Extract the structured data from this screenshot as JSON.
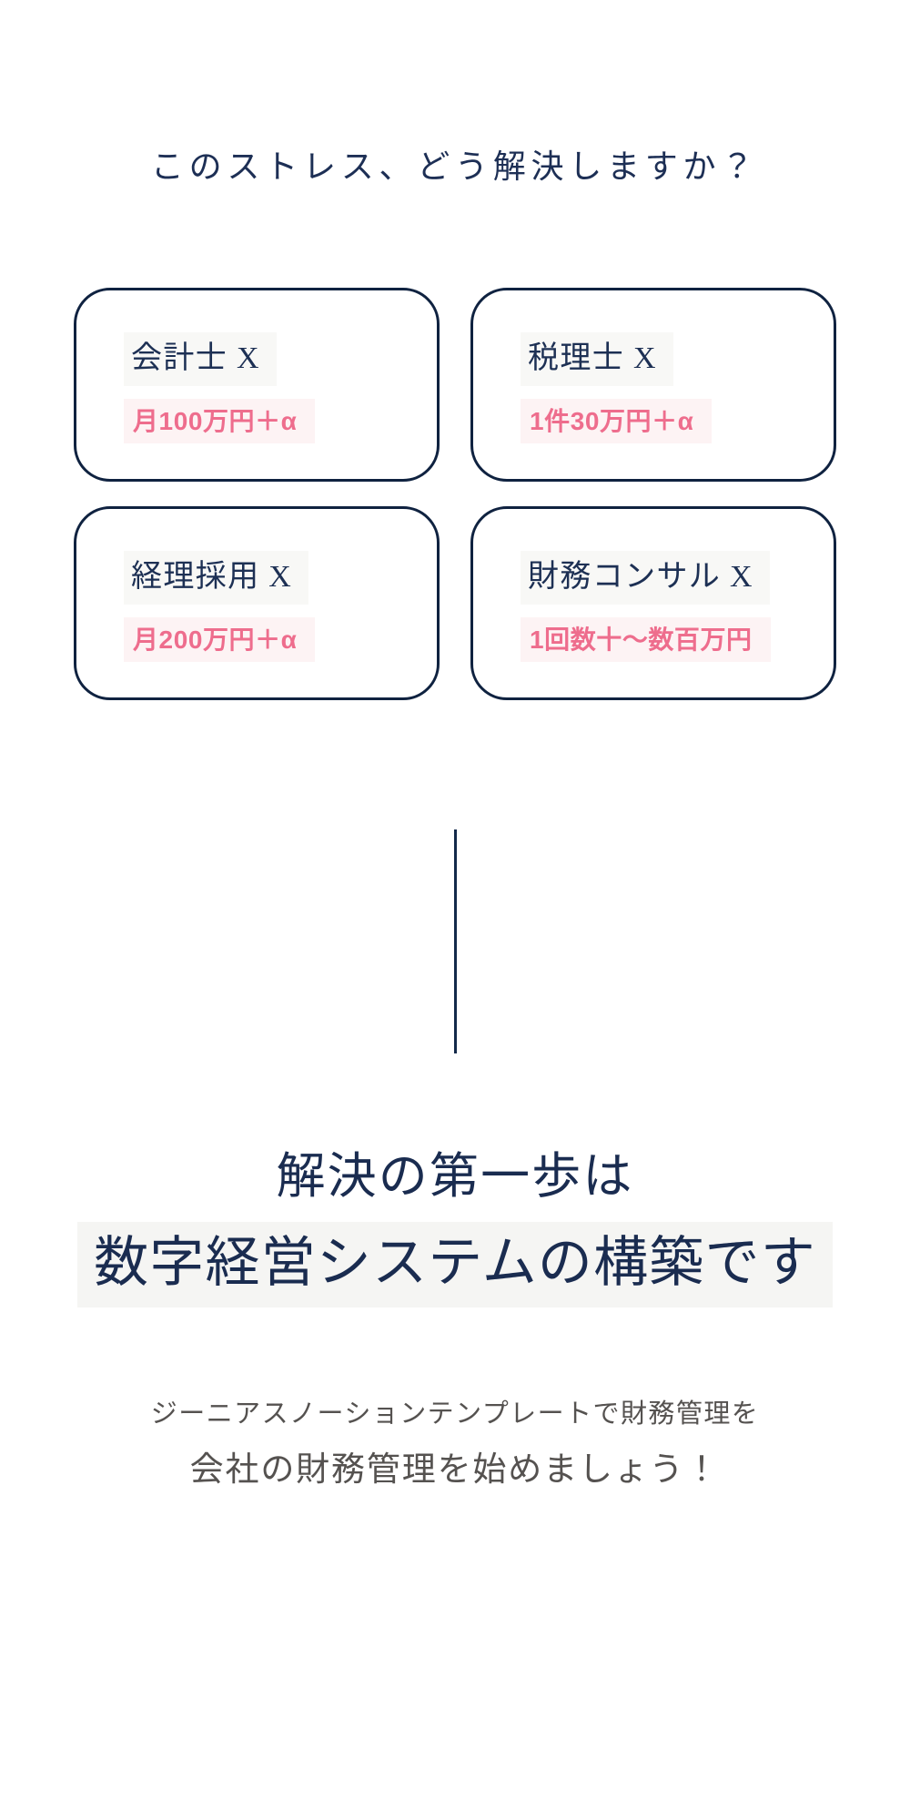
{
  "page": {
    "heading": "このストレス、どう解決しますか？",
    "cards": [
      {
        "title": "会計士 X",
        "price": "月100万円＋α"
      },
      {
        "title": "税理士 X",
        "price": "1件30万円＋α"
      },
      {
        "title": "経理採用 X",
        "price": "月200万円＋α"
      },
      {
        "title": "財務コンサル X",
        "price": "1回数十〜数百万円"
      }
    ],
    "solution": {
      "line1": "解決の第一歩は",
      "line2": "数字経営システムの構築です",
      "subtitle1": "ジーニアスノーションテンプレートで財務管理を",
      "subtitle2": "会社の財務管理を始めましょう！"
    },
    "colors": {
      "navy_text": "#1d2f55",
      "card_border": "#0f2240",
      "price_pink": "#ee6d8d",
      "price_highlight": "#fdf3f4",
      "title_highlight": "#f8f8f6",
      "line2_highlight": "#f5f5f3",
      "subtitle_gray": "#555250"
    }
  }
}
